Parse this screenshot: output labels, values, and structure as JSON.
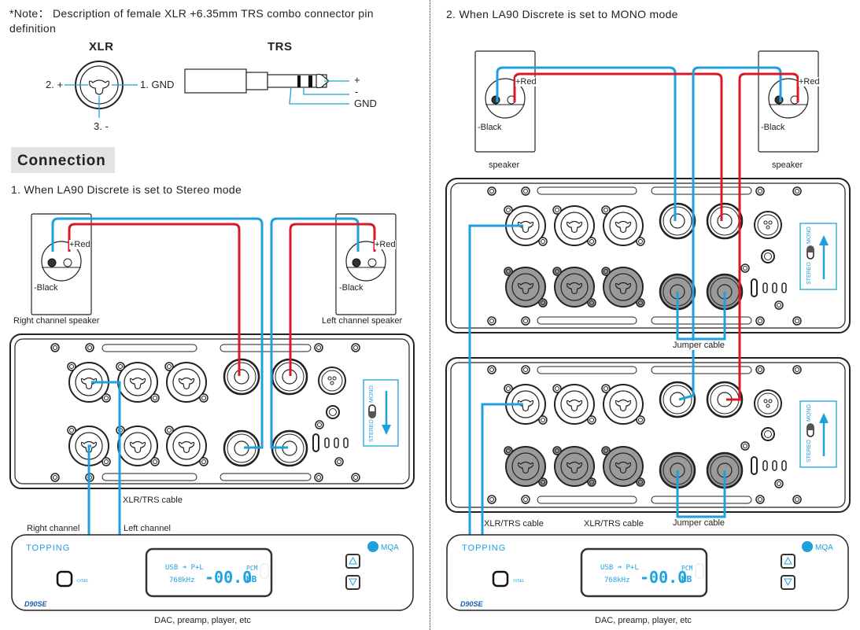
{
  "note": {
    "text": "*Note： Description of female XLR +6.35mm TRS combo connector pin definition",
    "xlr": {
      "title": "XLR",
      "pin2": "2. +",
      "pin1": "1. GND",
      "pin3": "3. -"
    },
    "trs": {
      "title": "TRS",
      "tip": "+",
      "ring": "-",
      "sleeve": "GND"
    }
  },
  "section_title": "Connection",
  "stereo": {
    "heading": "1. When LA90 Discrete is set to Stereo mode",
    "right_speaker": {
      "plus": "+Red",
      "minus": "-Black",
      "caption": "Right channel speaker"
    },
    "left_speaker": {
      "plus": "+Red",
      "minus": "-Black",
      "caption": "Left channel speaker"
    },
    "switch": {
      "left_label": "STEREO",
      "right_label": "MONO",
      "direction": "down"
    },
    "cable_label": "XLR/TRS cable",
    "right_channel_label": "Right channel",
    "left_channel_label": "Left channel",
    "source_caption": "DAC, preamp, player, etc"
  },
  "mono": {
    "heading": "2. When LA90 Discrete is set to MONO mode",
    "left_speaker": {
      "plus": "+Red",
      "minus": "-Black",
      "caption": "speaker"
    },
    "right_speaker": {
      "plus": "+Red",
      "minus": "-Black",
      "caption": "speaker"
    },
    "switch": {
      "left_label": "STEREO",
      "right_label": "MONO",
      "direction": "up"
    },
    "jumper_label_top": "Jumper cable",
    "jumper_label_bottom": "Jumper cable",
    "cable_label_1": "XLR/TRS  cable",
    "cable_label_2": "XLR/TRS  cable",
    "source_caption": "DAC, preamp, player, etc"
  },
  "dac": {
    "brand": "TOPPING",
    "model": "D90SE",
    "mqa": "MQA",
    "sel_label": "⏻/SEL",
    "display": {
      "input": "USB ➜ P+L",
      "rate": "768kHz",
      "volume": "-00.0",
      "format": "PCM",
      "unit": "dB"
    }
  },
  "colors": {
    "cable_blue": "#1ea0dc",
    "cable_red": "#d8182b",
    "panel_gray": "#9a9a9a"
  }
}
